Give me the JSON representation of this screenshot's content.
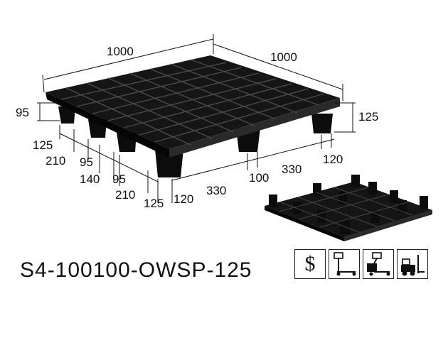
{
  "dimensions": {
    "top_left": "1000",
    "top_right": "1000",
    "height_left": "95",
    "height_right": "125",
    "left_side": [
      "125",
      "210",
      "95",
      "140",
      "95",
      "210",
      "125"
    ],
    "front": [
      "120",
      "330",
      "100",
      "330",
      "120"
    ]
  },
  "model": "S4-100100-OWSP-125",
  "badges": [
    {
      "icon": "dollar-icon",
      "symbol": "$"
    },
    {
      "icon": "hand-pallet-truck-icon"
    },
    {
      "icon": "electric-pallet-truck-icon"
    },
    {
      "icon": "forklift-icon"
    }
  ]
}
